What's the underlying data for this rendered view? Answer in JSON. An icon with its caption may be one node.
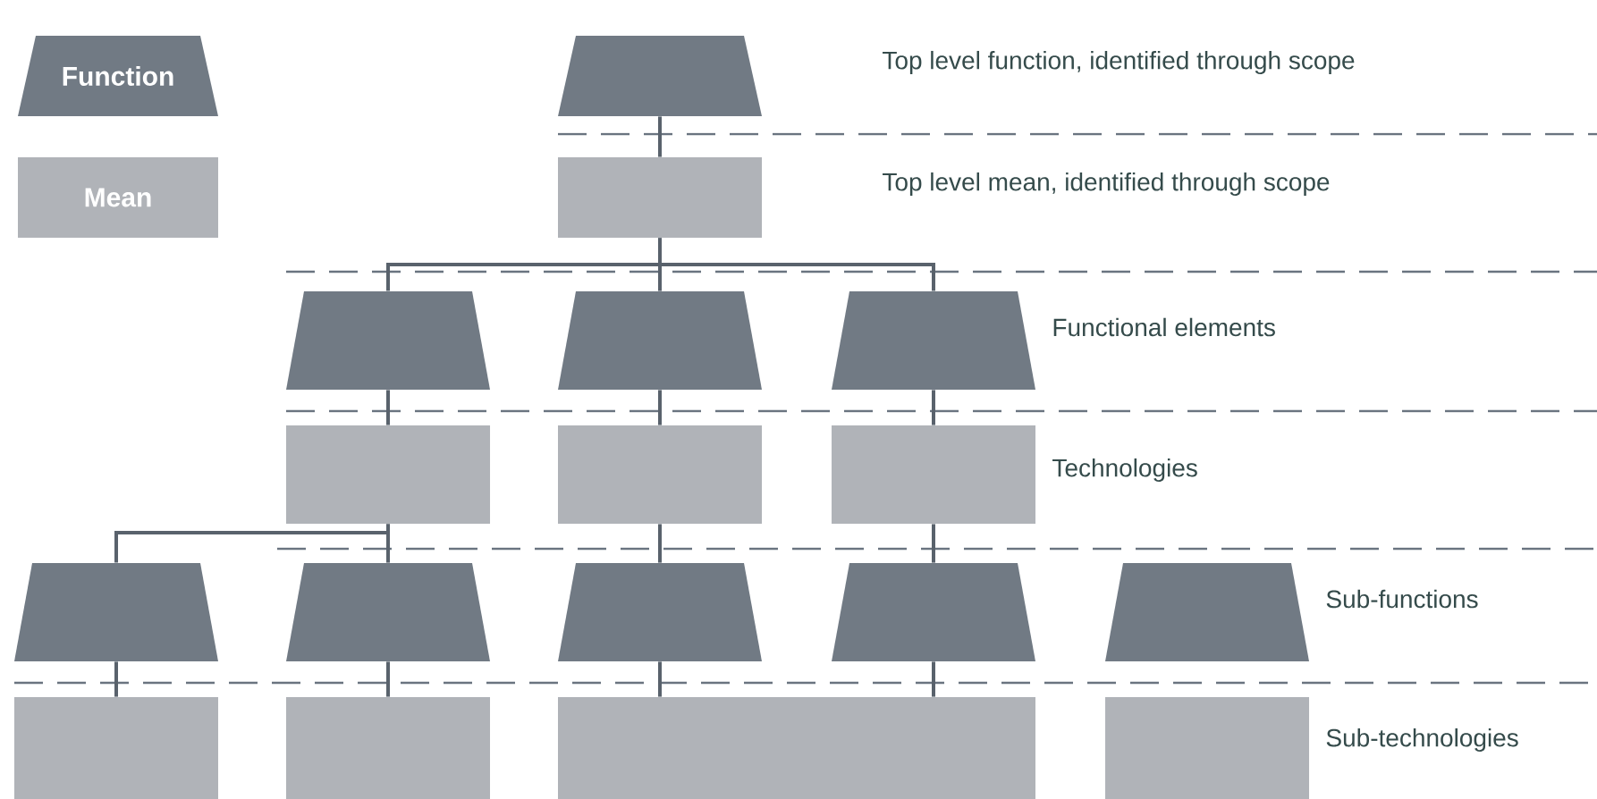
{
  "diagram": {
    "nodes": [
      {
        "text": [
          "Function"
        ]
      },
      {
        "text": [
          "Mean"
        ]
      },
      {
        "text": [],
        "shape": "trapezoid"
      },
      {
        "text": [],
        "shape": "box"
      },
      {
        "text": [],
        "shape": "trapezoid"
      },
      {
        "text": [],
        "shape": "trapezoid"
      },
      {
        "text": [],
        "shape": "trapezoid"
      },
      {
        "text": [],
        "shape": "box"
      },
      {
        "text": [],
        "shape": "box"
      },
      {
        "text": [],
        "shape": "box"
      },
      {
        "text": [],
        "shape": "trapezoid"
      },
      {
        "text": [],
        "shape": "trapezoid"
      },
      {
        "text": [],
        "shape": "trapezoid"
      },
      {
        "text": [],
        "shape": "trapezoid"
      },
      {
        "text": [],
        "shape": "trapezoid"
      },
      {
        "text": [],
        "shape": "box"
      },
      {
        "text": [],
        "shape": "box"
      },
      {
        "text": [],
        "shape": "box"
      },
      {
        "text": [],
        "shape": "box"
      }
    ],
    "edges": [
      {
        "from": 2,
        "to": 3,
        "arrow": "none"
      },
      {
        "from": 3,
        "to": 4,
        "arrow": "none"
      },
      {
        "from": 3,
        "to": 5,
        "arrow": "none"
      },
      {
        "from": 3,
        "to": 6,
        "arrow": "none"
      },
      {
        "from": 4,
        "to": 7,
        "arrow": "none"
      },
      {
        "from": 5,
        "to": 8,
        "arrow": "none"
      },
      {
        "from": 6,
        "to": 9,
        "arrow": "none"
      },
      {
        "from": 7,
        "to": 10,
        "arrow": "none"
      },
      {
        "from": 7,
        "to": 11,
        "arrow": "none"
      },
      {
        "from": 8,
        "to": 12,
        "arrow": "none"
      },
      {
        "from": 9,
        "to": 13,
        "arrow": "none"
      },
      {
        "from": 10,
        "to": 15,
        "arrow": "none"
      },
      {
        "from": 11,
        "to": 16,
        "arrow": "none"
      },
      {
        "from": 12,
        "to": 17,
        "arrow": "none"
      },
      {
        "from": 13,
        "to": 17,
        "arrow": "none"
      }
    ],
    "labels": [
      "Top level function, identified through scope",
      "Top level mean, identified through scope",
      "Functional elements",
      "Technologies",
      "Sub-functions",
      "Sub-technologies"
    ]
  }
}
